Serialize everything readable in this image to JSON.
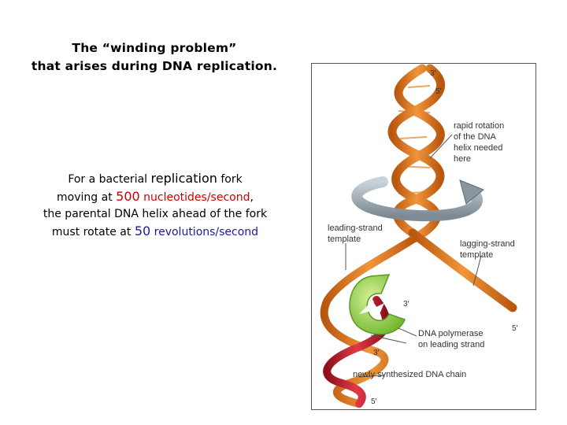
{
  "title": {
    "line1": "The “winding problem”",
    "line2": "that arises during DNA replication."
  },
  "body": {
    "line1_prefix": "For a bacterial ",
    "line1_big": "replication",
    "line1_suffix": " fork",
    "line2_prefix": "moving at ",
    "line2_number": "500",
    "line2_unit": " nucleotides/second",
    "line2_suffix": ",",
    "line3": "the parental DNA helix ahead of the fork",
    "line4_prefix": "must rotate at ",
    "line4_number": "50",
    "line4_unit": " revolutions/second"
  },
  "figure": {
    "end_3_top": "3′",
    "end_5_top": "5′",
    "rotation_line1": "rapid rotation",
    "rotation_line2": "of the DNA",
    "rotation_line3": "helix needed",
    "rotation_line4": "here",
    "leading_line1": "leading-strand",
    "leading_line2": "template",
    "lagging_line1": "lagging-strand",
    "lagging_line2": "template",
    "end_3_mid": "3′",
    "end_5_right": "5′",
    "polymerase_line1": "DNA polymerase",
    "polymerase_line2": "on leading strand",
    "end_3_low": "3′",
    "new_chain": "newly synthesized DNA chain",
    "end_5_bottom": "5′"
  },
  "colors": {
    "parental_strand": "#d9731c",
    "new_strand": "#c41a2a",
    "polymerase": "#8fcf3c",
    "arrow": "#9aa7b0",
    "red_text": "#cc0000",
    "blue_text": "#1a1a99"
  }
}
